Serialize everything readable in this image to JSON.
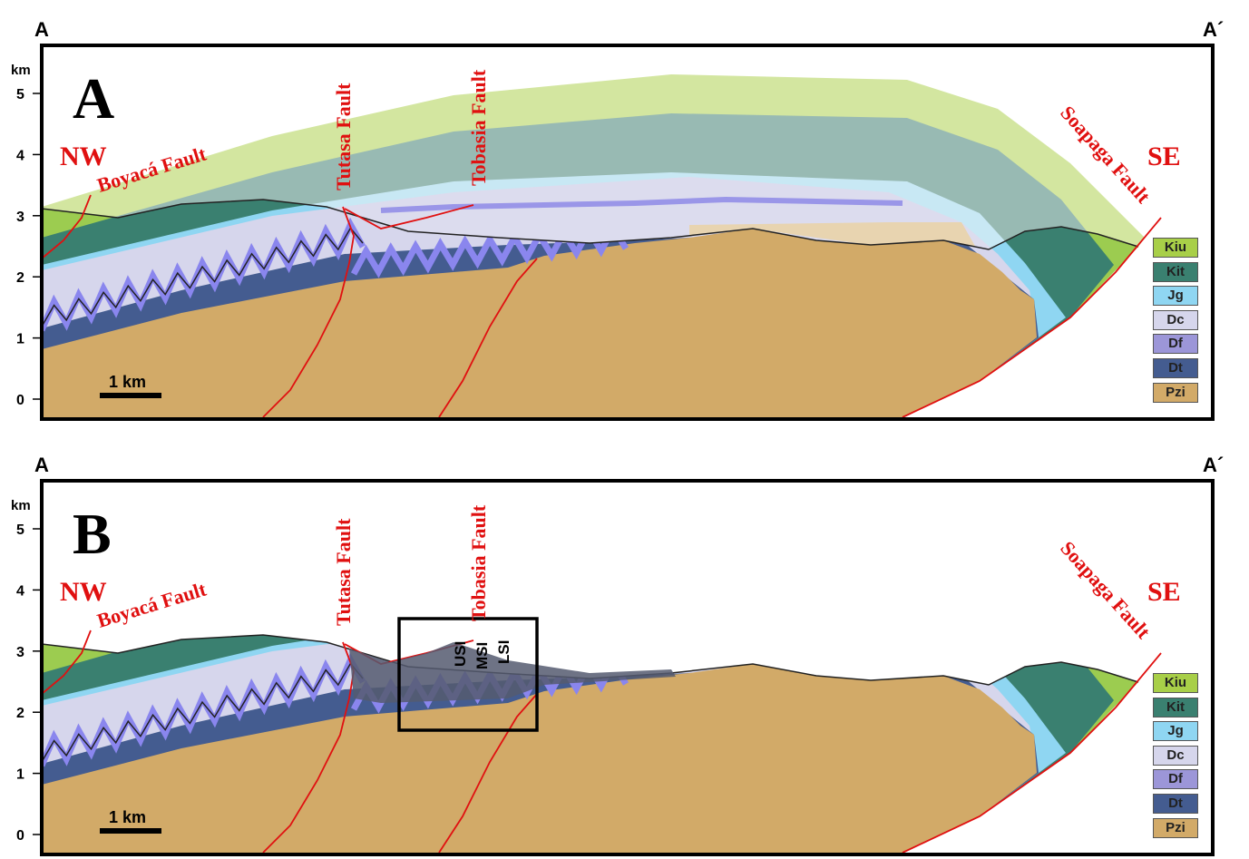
{
  "section_label": {
    "left": "A",
    "right": "A´"
  },
  "panels": [
    {
      "letter": "A"
    },
    {
      "letter": "B"
    }
  ],
  "axis": {
    "unit": "km",
    "ticks": [
      "0",
      "1",
      "2",
      "3",
      "4",
      "5"
    ]
  },
  "directions": {
    "nw": "NW",
    "se": "SE"
  },
  "faults": {
    "boyaca": "Boyacá Fault",
    "tutasa": "Tutasa Fault",
    "tobasia": "Tobasia Fault",
    "soapaga": "Soapaga Fault"
  },
  "scale_bar": "1 km",
  "legend": [
    {
      "code": "Kiu",
      "color": "#a8cf48"
    },
    {
      "code": "Kit",
      "color": "#3a8070"
    },
    {
      "code": "Jg",
      "color": "#8fd6f2"
    },
    {
      "code": "Dc",
      "color": "#d6d6ec"
    },
    {
      "code": "Df",
      "color": "#9c96d8"
    },
    {
      "code": "Dt",
      "color": "#445c90"
    },
    {
      "code": "Pzi",
      "color": "#d2aa68"
    }
  ],
  "inset_labels": [
    "USI",
    "MSI",
    "LSI"
  ]
}
